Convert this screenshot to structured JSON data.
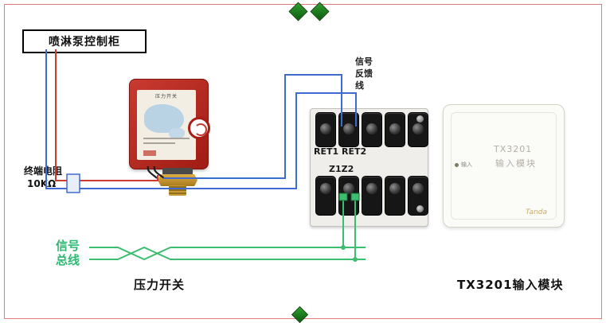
{
  "colors": {
    "frame": "#e27d7d",
    "wire_blue": "#3f6bd0",
    "wire_red": "#cf3a2e",
    "wire_green": "#3dbd6f",
    "green_text": "#2eb873",
    "diamond_green": "#1d7a1d",
    "switch_body_red": "#b5251d",
    "brass": "#c9952f"
  },
  "labels": {
    "control_cabinet": "喷淋泵控制柜",
    "terminal_resistor": "终端电阻",
    "terminal_resistor_value": "10KΩ",
    "signal_feedback": [
      "信号",
      "反馈",
      "线"
    ],
    "ret_terminals": "RET1 RET2",
    "z_terminals": "Z1Z2",
    "signal_bus": [
      "信号",
      "总线"
    ],
    "pressure_switch_caption": "压力开关",
    "module_caption": "TX3201输入模块"
  },
  "pressure_switch": {
    "label_text": "压力开关"
  },
  "module": {
    "model": "TX3201",
    "name": "输入模块",
    "input_label": "输入",
    "brand": "Tanda"
  }
}
